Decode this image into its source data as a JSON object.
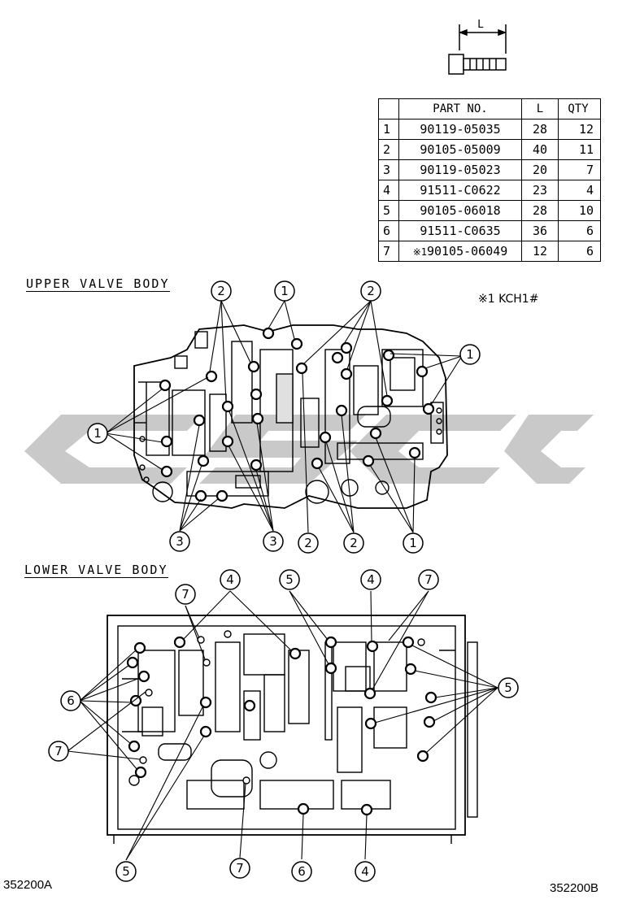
{
  "bolt": {
    "dimension_label": "L"
  },
  "table": {
    "headers": {
      "part": "PART NO.",
      "length": "L",
      "qty": "QTY"
    },
    "rows": [
      {
        "index": "1",
        "note": "",
        "part": "90119-05035",
        "length": "28",
        "qty": "12"
      },
      {
        "index": "2",
        "note": "",
        "part": "90105-05009",
        "length": "40",
        "qty": "11"
      },
      {
        "index": "3",
        "note": "",
        "part": "90119-05023",
        "length": "20",
        "qty": "7"
      },
      {
        "index": "4",
        "note": "",
        "part": "91511-C0622",
        "length": "23",
        "qty": "4"
      },
      {
        "index": "5",
        "note": "",
        "part": "90105-06018",
        "length": "28",
        "qty": "10"
      },
      {
        "index": "6",
        "note": "",
        "part": "91511-C0635",
        "length": "36",
        "qty": "6"
      },
      {
        "index": "7",
        "note": "※1",
        "part": "90105-06049",
        "length": "12",
        "qty": "6"
      }
    ]
  },
  "footnote": "※1 KCH1#",
  "sections": {
    "upper": "UPPER VALVE BODY",
    "lower": "LOWER VALVE BODY"
  },
  "callouts": {
    "upper_top": [
      "2",
      "1",
      "2"
    ],
    "upper_right": "1",
    "upper_left": "1",
    "upper_bottom": [
      "3",
      "3",
      "2",
      "2",
      "1"
    ],
    "lower_top": [
      "7",
      "4",
      "5",
      "4",
      "7"
    ],
    "lower_left": [
      "6",
      "7"
    ],
    "lower_right": "5",
    "lower_bottom": [
      "5",
      "7",
      "6",
      "4"
    ]
  },
  "codes": {
    "left": "352200A",
    "right": "352200B"
  }
}
